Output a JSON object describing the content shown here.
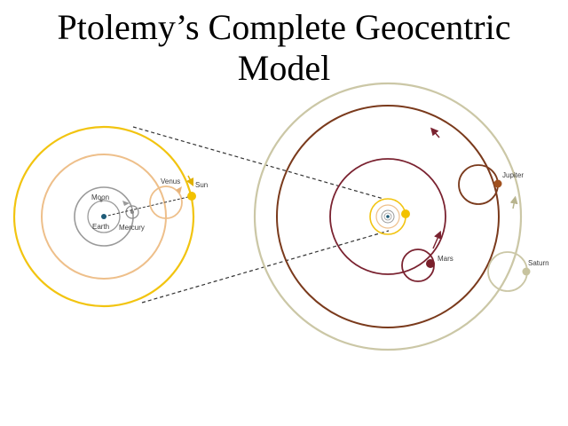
{
  "title": {
    "line1": "Ptolemy’s Complete Geocentric",
    "line2": "Model"
  },
  "labels": {
    "moon": "Moon",
    "earth": "Earth",
    "mercury": "Mercury",
    "venus": "Venus",
    "sun": "Sun",
    "mars": "Mars",
    "jupiter": "Jupiter",
    "saturn": "Saturn"
  },
  "colors": {
    "sun": "#f2c200",
    "sun_orbit": "#f2c410",
    "venus_orbit": "#eebf8a",
    "mercury_orbit": "#9a9a9a",
    "moon_orbit": "#9a9a9a",
    "earth": "#1e5b78",
    "mars": "#7a1f2b",
    "mars_orbit": "#7a2230",
    "jupiter": "#a0501e",
    "jupiter_orbit": "#7a3a1c",
    "saturn": "#c7c39e",
    "saturn_orbit": "#cbc7a6",
    "connector": "#333333"
  }
}
